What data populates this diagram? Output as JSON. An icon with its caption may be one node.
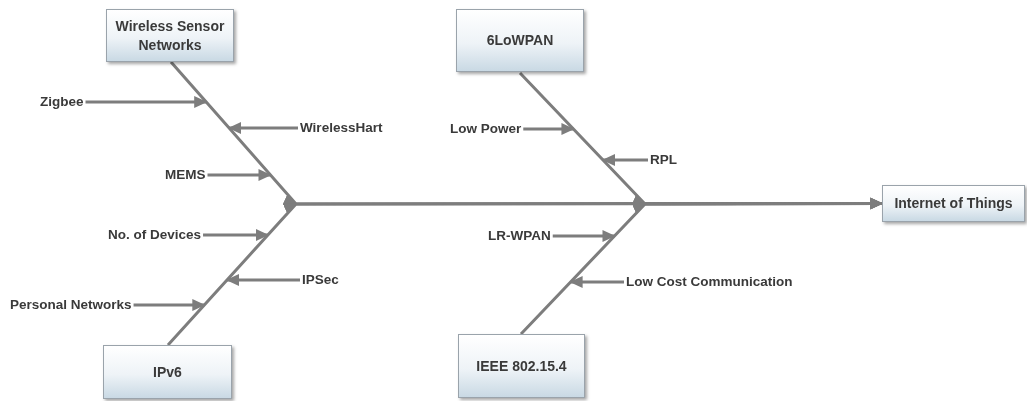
{
  "diagram": {
    "nodes": [
      {
        "text": [
          "Wireless Sensor Networks"
        ]
      },
      {
        "text": [
          "Zigbee"
        ]
      },
      {
        "text": [
          "WirelessHart"
        ]
      },
      {
        "text": [
          "MEMS"
        ]
      },
      {
        "text": [
          "6LoWPAN"
        ]
      },
      {
        "text": [
          "Low Power"
        ]
      },
      {
        "text": [
          "RPL"
        ]
      },
      {
        "text": [
          "Internet of Things"
        ]
      },
      {
        "text": [
          "No. of Devices"
        ]
      },
      {
        "text": [
          "IPSec"
        ]
      },
      {
        "text": [
          "Personal Networks"
        ]
      },
      {
        "text": [
          "LR-WPAN"
        ]
      },
      {
        "text": [
          "Low Cost Communication"
        ]
      },
      {
        "text": [
          "IPv6"
        ]
      },
      {
        "text": [
          "IEEE 802.15.4"
        ]
      }
    ],
    "edges": [
      {
        "from": 0,
        "to": 7,
        "arrow": "to"
      },
      {
        "from": 4,
        "to": 7,
        "arrow": "to"
      },
      {
        "from": 13,
        "to": 7,
        "arrow": "to"
      },
      {
        "from": 14,
        "to": 7,
        "arrow": "to"
      },
      {
        "from": 1,
        "to": null,
        "arrow": "to"
      },
      {
        "from": 2,
        "to": null,
        "arrow": "to"
      },
      {
        "from": 3,
        "to": null,
        "arrow": "to"
      },
      {
        "from": 5,
        "to": null,
        "arrow": "to"
      },
      {
        "from": 6,
        "to": null,
        "arrow": "to"
      },
      {
        "from": 8,
        "to": null,
        "arrow": "to"
      },
      {
        "from": 9,
        "to": null,
        "arrow": "to"
      },
      {
        "from": 10,
        "to": null,
        "arrow": "to"
      },
      {
        "from": 11,
        "to": null,
        "arrow": "to"
      },
      {
        "from": 12,
        "to": null,
        "arrow": "to"
      }
    ]
  }
}
